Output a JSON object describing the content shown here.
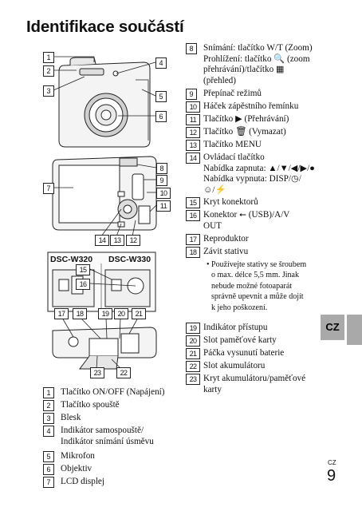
{
  "page": {
    "title": "Identifikace součástí",
    "tab_label": "CZ",
    "page_lang": "CZ",
    "page_number": "9"
  },
  "figure": {
    "model_left": "DSC-W320",
    "model_right": "DSC-W330",
    "callouts": [
      "1",
      "2",
      "3",
      "4",
      "5",
      "6",
      "7",
      "8",
      "9",
      "10",
      "11",
      "12",
      "13",
      "14",
      "15",
      "16",
      "17",
      "18",
      "19",
      "20",
      "21",
      "22",
      "23"
    ]
  },
  "legend_left": [
    {
      "num": "1",
      "lines": [
        "Tlačítko ON/OFF (Napájení)"
      ]
    },
    {
      "num": "2",
      "lines": [
        "Tlačítko spouště"
      ]
    },
    {
      "num": "3",
      "lines": [
        "Blesk"
      ]
    },
    {
      "num": "4",
      "lines": [
        "Indikátor samospouště/",
        "Indikátor snímání úsměvu"
      ]
    },
    {
      "num": "5",
      "lines": [
        "Mikrofon"
      ]
    },
    {
      "num": "6",
      "lines": [
        "Objektiv"
      ]
    },
    {
      "num": "7",
      "lines": [
        "LCD displej"
      ]
    }
  ],
  "legend_right": [
    {
      "num": "8",
      "lines": [
        "Snímání: tlačítko W/T (Zoom)",
        "Prohlížení: tlačítko 🔍 (zoom",
        "přehrávání)/tlačítko ▦",
        "(přehled)"
      ]
    },
    {
      "num": "9",
      "lines": [
        "Přepínač režimů"
      ]
    },
    {
      "num": "10",
      "lines": [
        "Háček zápěstního řemínku"
      ]
    },
    {
      "num": "11",
      "lines": [
        "Tlačítko ▶ (Přehrávání)"
      ]
    },
    {
      "num": "12",
      "lines": [
        "Tlačítko 🗑 (Vymazat)"
      ]
    },
    {
      "num": "13",
      "lines": [
        "Tlačítko MENU"
      ]
    },
    {
      "num": "14",
      "lines": [
        "Ovládací tlačítko",
        "Nabídka zapnuta: ▲/▼/◀/▶/●",
        "Nabídka vypnuta: DISP/◷/",
        "☺/⚡"
      ]
    },
    {
      "num": "15",
      "lines": [
        "Kryt konektorů"
      ]
    },
    {
      "num": "16",
      "lines": [
        "Konektor ⭠ (USB)/A/V",
        "OUT"
      ]
    },
    {
      "num": "17",
      "lines": [
        "Reproduktor"
      ]
    },
    {
      "num": "18",
      "lines": [
        "Závit stativu"
      ]
    },
    {
      "num": "19",
      "lines": [
        "Indikátor přístupu"
      ]
    },
    {
      "num": "20",
      "lines": [
        "Slot paměťové karty"
      ]
    },
    {
      "num": "21",
      "lines": [
        "Páčka vysunutí baterie"
      ]
    },
    {
      "num": "22",
      "lines": [
        "Slot akumulátoru"
      ]
    },
    {
      "num": "23",
      "lines": [
        "Kryt akumulátoru/paměťové",
        "karty"
      ]
    }
  ],
  "bullet_note": {
    "lines": [
      "• Používejte stativy se šroubem",
      "o max. délce 5,5 mm. Jinak",
      "nebude možné fotoaparát",
      "správně upevnit a může dojít",
      "k jeho poškození."
    ]
  }
}
